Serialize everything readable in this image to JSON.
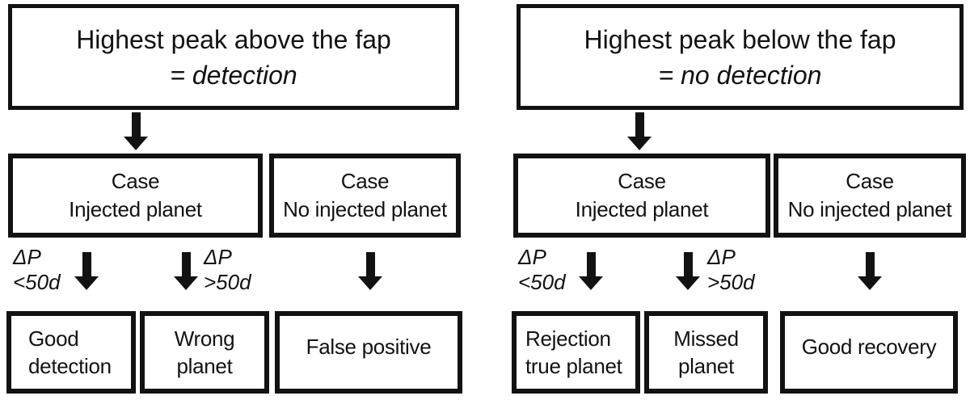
{
  "colors": {
    "ink": "#121212",
    "background": "#ffffff"
  },
  "left": {
    "root": {
      "line1": "Highest peak above the fap",
      "line2": "= detection"
    },
    "case_injected": {
      "line1": "Case",
      "line2": "Injected planet"
    },
    "case_no_injected": {
      "line1": "Case",
      "line2": "No injected planet"
    },
    "label_short_period": {
      "line1": "ΔP",
      "line2": "<50d"
    },
    "label_long_period": {
      "line1": "ΔP",
      "line2": ">50d"
    },
    "outcome_short_period": {
      "line1": "Good",
      "line2": "detection"
    },
    "outcome_long_period": {
      "line1": "Wrong",
      "line2": "planet"
    },
    "outcome_no_injected": {
      "line1": "False positive"
    }
  },
  "right": {
    "root": {
      "line1": "Highest peak below the fap",
      "line2": "= no detection"
    },
    "case_injected": {
      "line1": "Case",
      "line2": "Injected planet"
    },
    "case_no_injected": {
      "line1": "Case",
      "line2": "No injected planet"
    },
    "label_short_period": {
      "line1": "ΔP",
      "line2": "<50d"
    },
    "label_long_period": {
      "line1": "ΔP",
      "line2": ">50d"
    },
    "outcome_short_period": {
      "line1": "Rejection",
      "line2": "true planet"
    },
    "outcome_long_period": {
      "line1": "Missed",
      "line2": "planet"
    },
    "outcome_no_injected": {
      "line1": "Good recovery"
    }
  }
}
